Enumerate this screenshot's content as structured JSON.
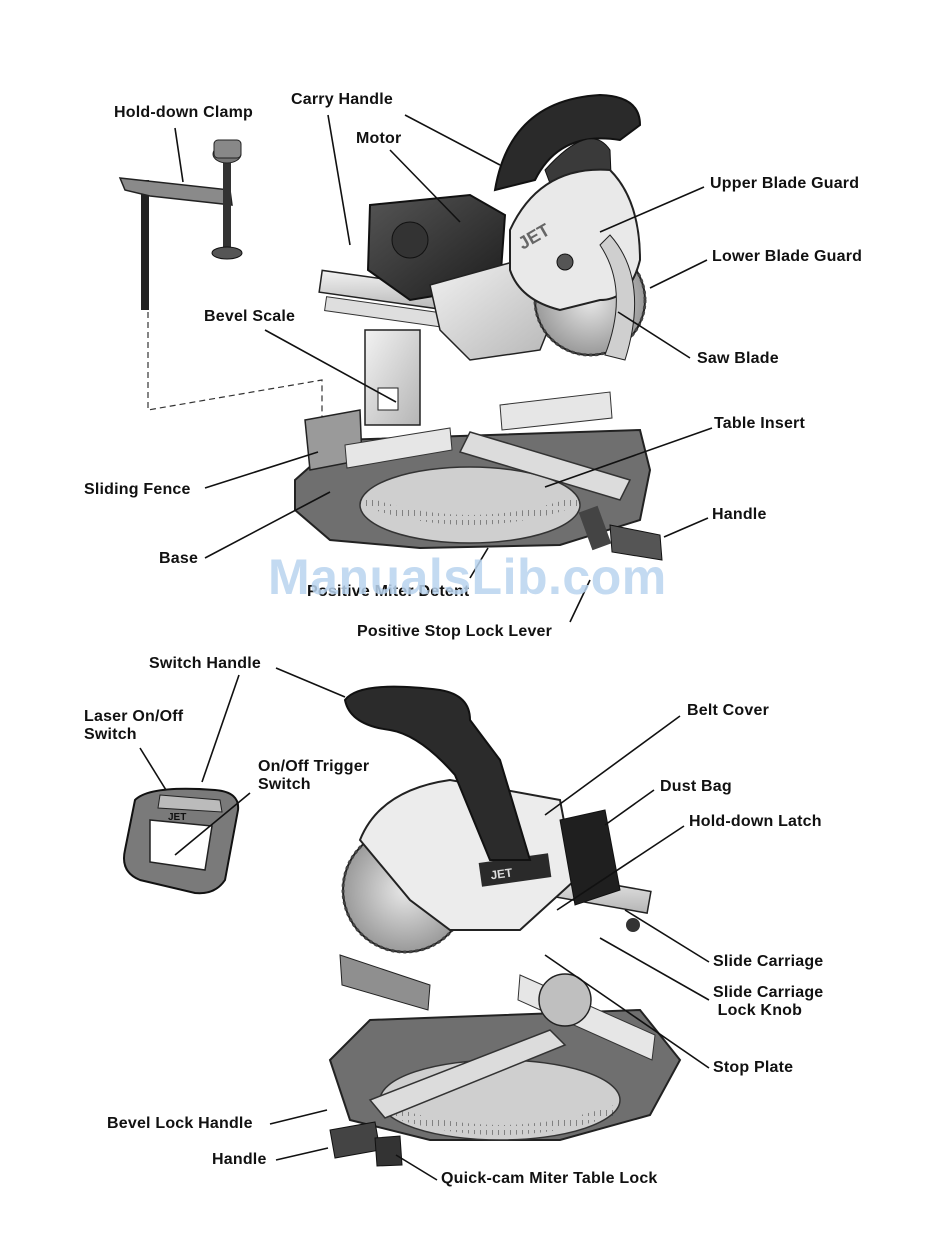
{
  "brand": "JET",
  "watermark": "ManualsLib.com",
  "top_labels": {
    "hold_down_clamp": "Hold-down Clamp",
    "carry_handle": "Carry Handle",
    "motor": "Motor",
    "upper_blade_guard": "Upper Blade Guard",
    "lower_blade_guard": "Lower Blade Guard",
    "bevel_scale": "Bevel Scale",
    "saw_blade": "Saw Blade",
    "table_insert": "Table Insert",
    "sliding_fence": "Sliding Fence",
    "handle": "Handle",
    "base": "Base",
    "positive_miter_detent": "Positive Miter Detent",
    "positive_stop_lock_lever": "Positive Stop Lock Lever"
  },
  "bottom_labels": {
    "switch_handle": "Switch Handle",
    "laser_on_off_switch": "Laser On/Off\nSwitch",
    "on_off_trigger_switch": "On/Off Trigger\nSwitch",
    "belt_cover": "Belt Cover",
    "dust_bag": "Dust Bag",
    "hold_down_latch": "Hold-down Latch",
    "slide_carriage": "Slide Carriage",
    "slide_carriage_lock_knob": "Slide Carriage\n Lock Knob",
    "stop_plate": "Stop Plate",
    "bevel_lock_handle": "Bevel Lock Handle",
    "handle": "Handle",
    "quick_cam_miter_table_lock": "Quick-cam Miter Table Lock"
  }
}
